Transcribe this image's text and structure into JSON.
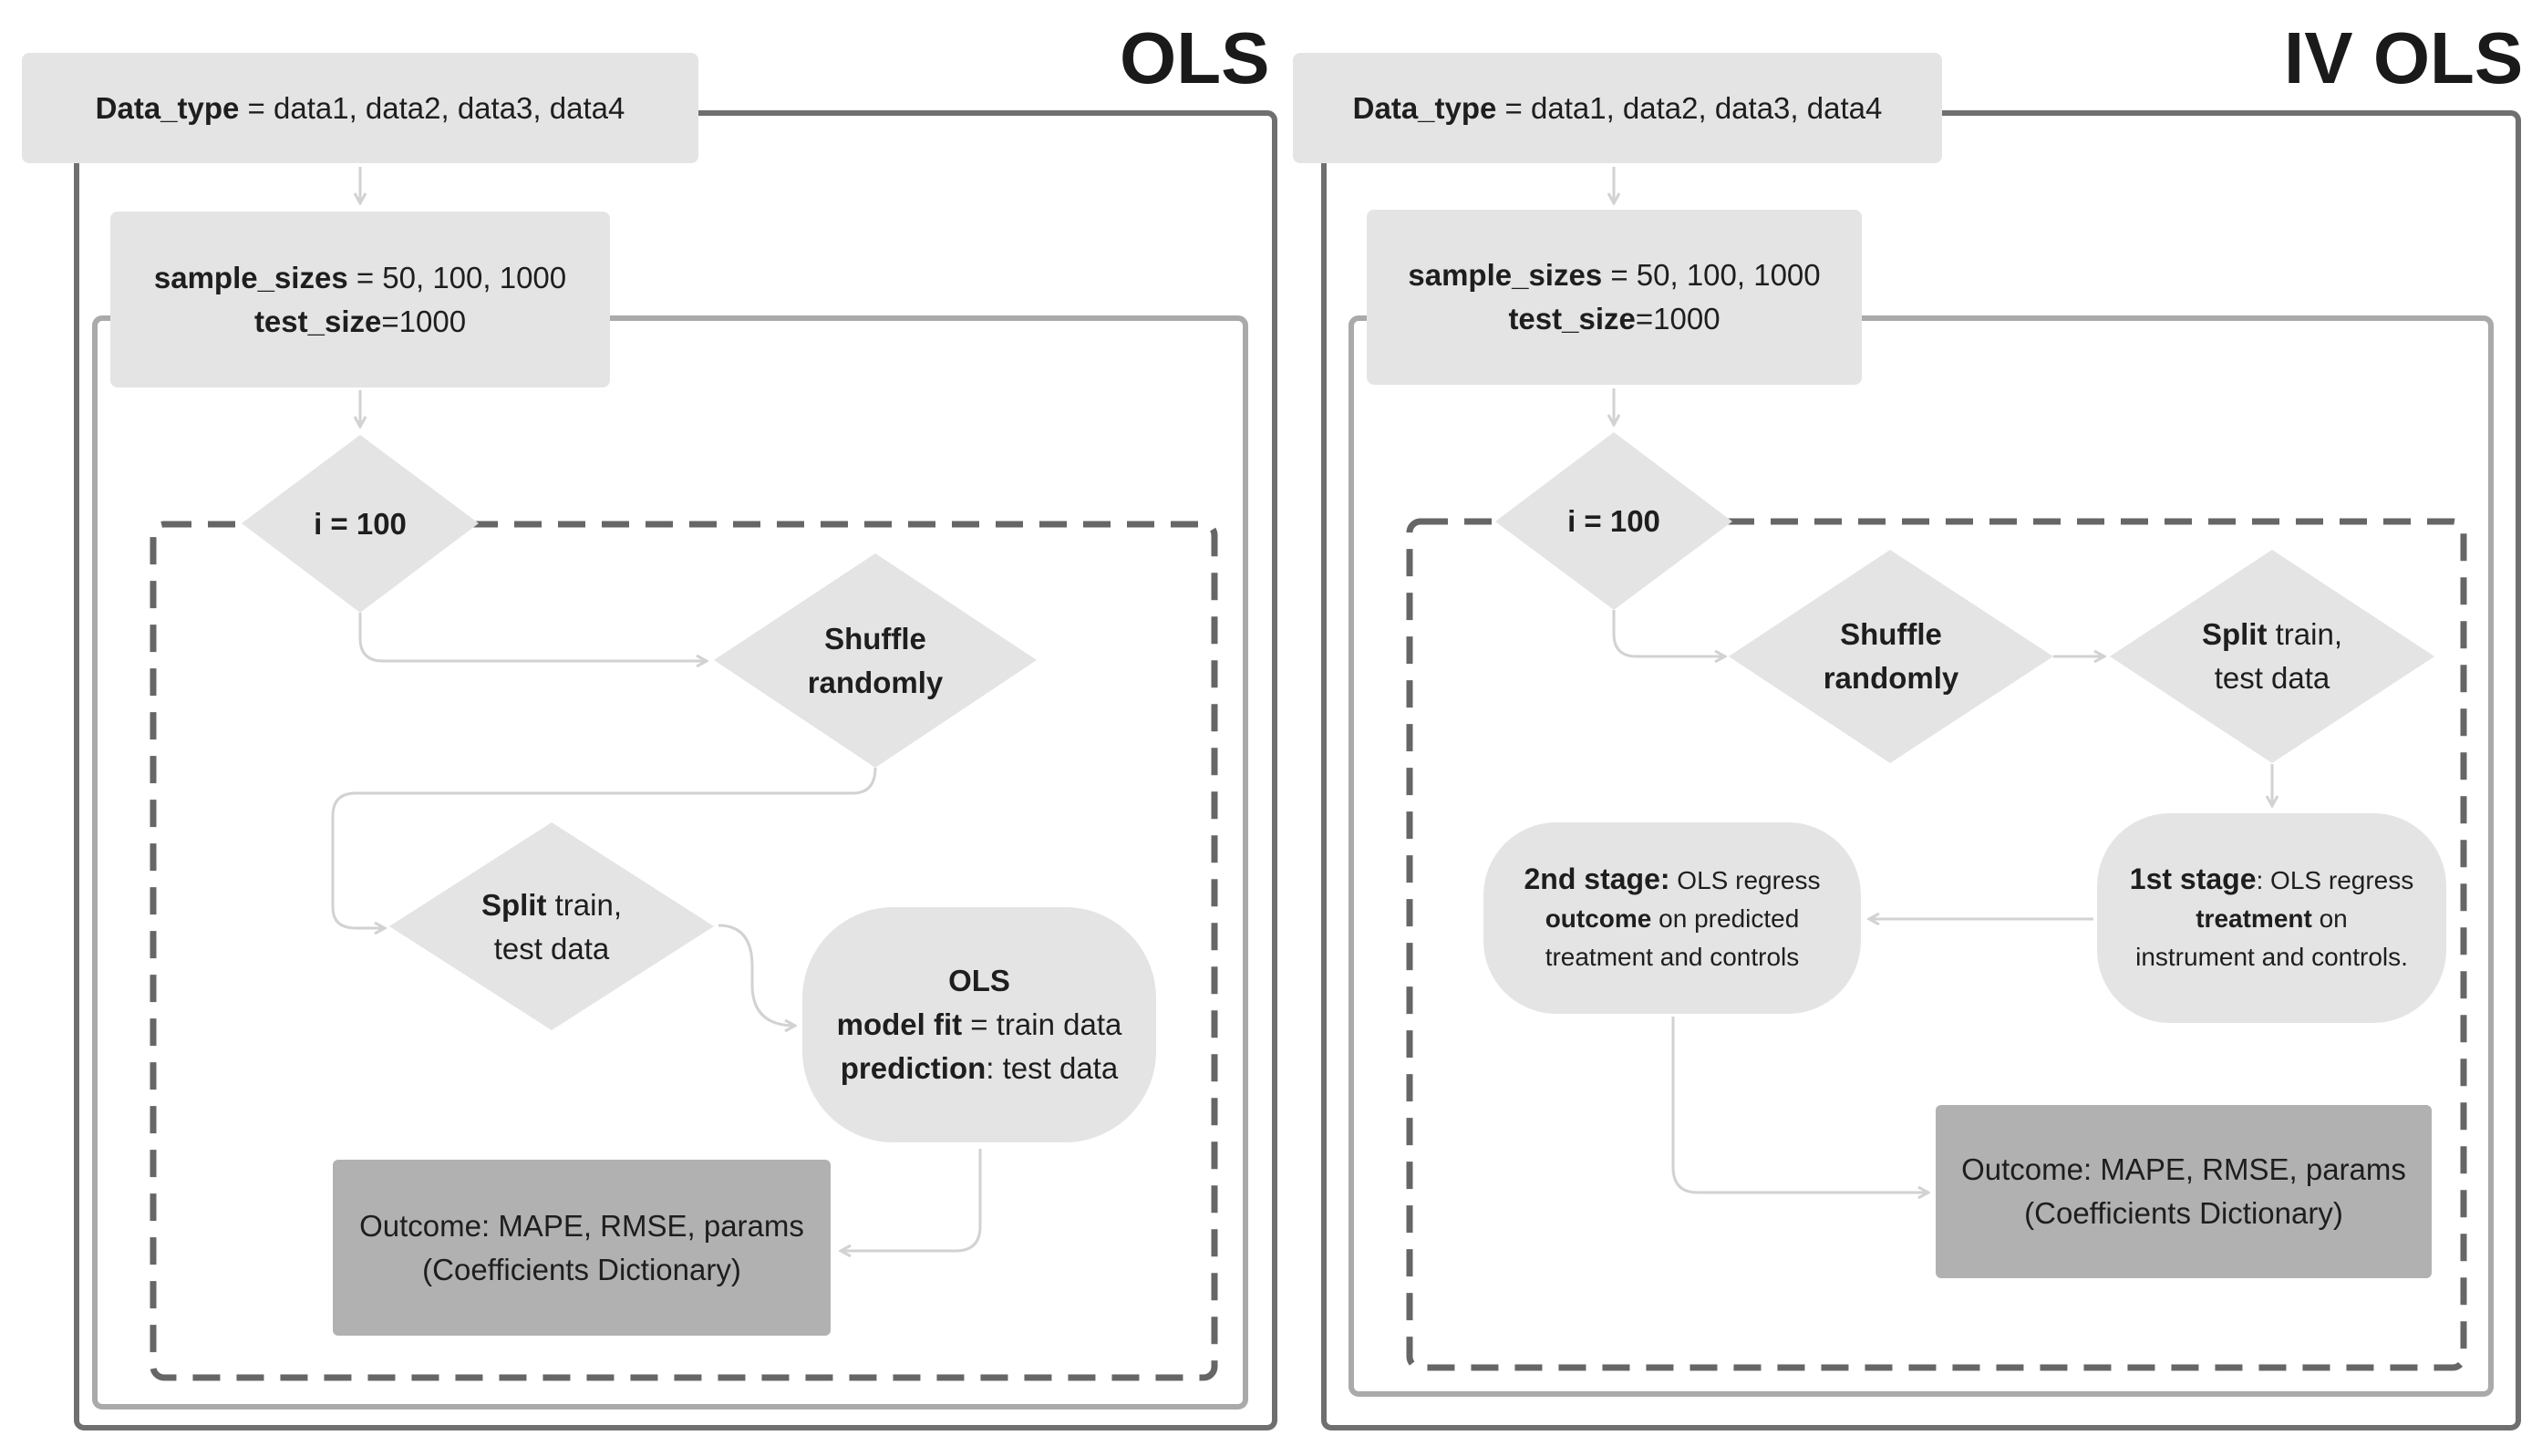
{
  "ols": {
    "title": "OLS",
    "data_type": {
      "key": "Data_type",
      "value": " = data1, data2, data3, data4"
    },
    "sample": {
      "key1": "sample_sizes",
      "value1": " = 50, 100, 1000",
      "key2": "test_size",
      "value2": "=1000"
    },
    "loop": {
      "label": "i = 100"
    },
    "shuffle": {
      "line1": "Shuffle",
      "line2": "randomly"
    },
    "split": {
      "bold": "Split",
      "rest": " train,",
      "line2": "test data"
    },
    "model": {
      "title": "OLS",
      "key1": "model fit",
      "value1": " = train data",
      "key2": "prediction",
      "value2": ": test data"
    },
    "outcome": {
      "line1": "Outcome: MAPE, RMSE, params",
      "line2": "(Coefficients Dictionary)"
    }
  },
  "iv": {
    "title": "IV OLS",
    "data_type": {
      "key": "Data_type",
      "value": " = data1, data2, data3, data4"
    },
    "sample": {
      "key1": "sample_sizes",
      "value1": " = 50, 100, 1000",
      "key2": "test_size",
      "value2": "=1000"
    },
    "loop": {
      "label": "i = 100"
    },
    "shuffle": {
      "line1": "Shuffle",
      "line2": "randomly"
    },
    "split": {
      "bold": "Split",
      "rest": " train,",
      "line2": "test data"
    },
    "first_stage": {
      "bold1": "1st stage",
      "rest1": ": OLS regress",
      "bold2": "treatment",
      "rest2": " on",
      "line3": "instrument and controls."
    },
    "second_stage": {
      "bold1": "2nd stage:",
      "rest1": " OLS regress",
      "bold2": "outcome",
      "rest2": " on predicted",
      "line3": "treatment and controls"
    },
    "outcome": {
      "line1": "Outcome: MAPE, RMSE, params",
      "line2": "(Coefficients Dictionary)"
    }
  },
  "colors": {
    "frame_dark": "#6f6f6f",
    "frame_mid": "#aaaaaa",
    "dashed": "#666666",
    "arrow": "#d2d2d2",
    "box_light": "#e4e4e4",
    "box_dark": "#b1b1b1"
  }
}
